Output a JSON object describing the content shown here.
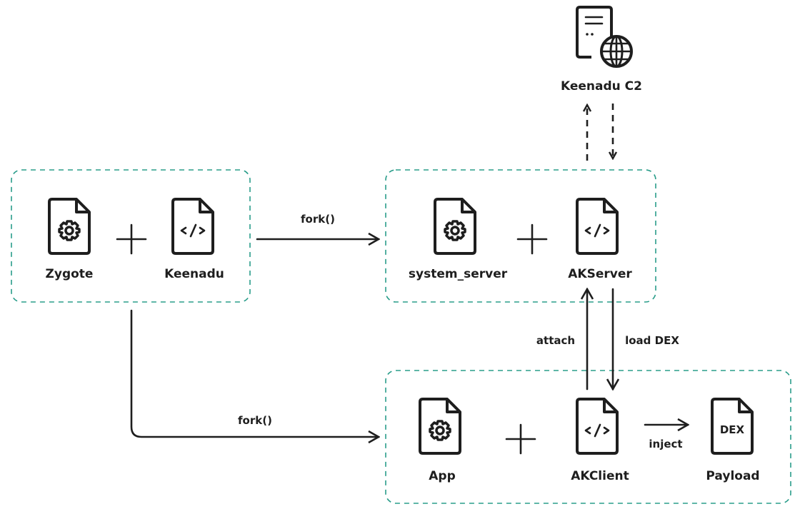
{
  "colors": {
    "group_border": "#2a9d8a",
    "stroke": "#1e1e1e"
  },
  "nodes": {
    "zygote": {
      "label": "Zygote",
      "icon": "gear-document-icon"
    },
    "keenadu": {
      "label": "Keenadu",
      "icon": "code-document-icon"
    },
    "system_server": {
      "label": "system_server",
      "icon": "gear-document-icon"
    },
    "akserver": {
      "label": "AKServer",
      "icon": "code-document-icon"
    },
    "c2": {
      "label": "Keenadu C2",
      "icon": "server-globe-icon"
    },
    "app": {
      "label": "App",
      "icon": "gear-document-icon"
    },
    "akclient": {
      "label": "AKClient",
      "icon": "code-document-icon"
    },
    "payload": {
      "label": "Payload",
      "icon": "dex-document-icon",
      "badge": "DEX"
    }
  },
  "edges": {
    "fork1": "fork()",
    "fork2": "fork()",
    "attach": "attach",
    "load_dex": "load DEX",
    "inject": "inject"
  }
}
